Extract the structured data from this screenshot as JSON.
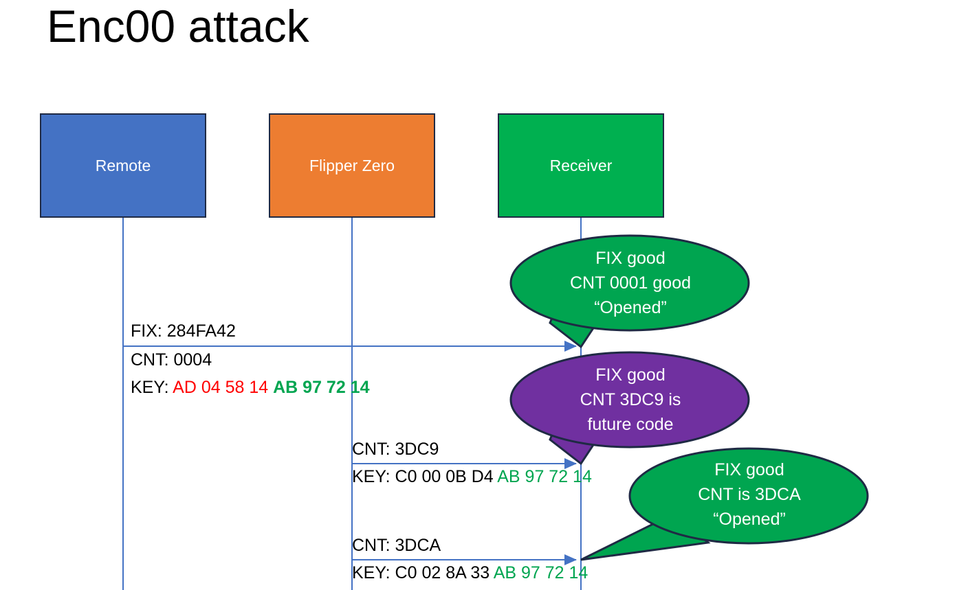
{
  "slide": {
    "title": "Enc00 attack",
    "background": "#FFFFFF"
  },
  "colors": {
    "remote": "#4472C4",
    "flipper": "#ED7D31",
    "receiver": "#00B050",
    "bubble_good": "#00A550",
    "bubble_warn": "#7030A0",
    "arrow": "#4472C4",
    "key_red": "#FF0000",
    "key_green": "#00A550",
    "outline": "#1F2A44"
  },
  "actors": [
    {
      "id": "remote",
      "label": "Remote",
      "color": "#4472C4"
    },
    {
      "id": "flipper",
      "label": "Flipper Zero",
      "color": "#ED7D31"
    },
    {
      "id": "receiver",
      "label": "Receiver",
      "color": "#00B050"
    }
  ],
  "messages": [
    {
      "id": "m1",
      "from": "remote",
      "to": "receiver",
      "fix_line": "FIX: 284FA42",
      "cnt_line": "CNT: 0004",
      "key_label": "KEY: ",
      "key_red": "AD 04 58 14",
      "key_green": "AB 97 72 14"
    },
    {
      "id": "m2",
      "from": "flipper",
      "to": "receiver",
      "cnt_line": "CNT: 3DC9",
      "key_label": "KEY: C0 00 0B D4 ",
      "key_green": "AB 97 72 14"
    },
    {
      "id": "m3",
      "from": "flipper",
      "to": "receiver",
      "cnt_line": "CNT: 3DCA",
      "key_label": "KEY: C0 02 8A 33 ",
      "key_green": "AB 97 72 14"
    }
  ],
  "bubbles": [
    {
      "id": "b1",
      "color": "#00A550",
      "line1": "FIX good",
      "line2": "CNT 0001 good",
      "line3": "“Opened”"
    },
    {
      "id": "b2",
      "color": "#7030A0",
      "line1": "FIX good",
      "line2": "CNT 3DC9 is",
      "line3": "future code"
    },
    {
      "id": "b3",
      "color": "#00A550",
      "line1": "FIX good",
      "line2": "CNT is 3DCA",
      "line3": "“Opened”"
    }
  ]
}
